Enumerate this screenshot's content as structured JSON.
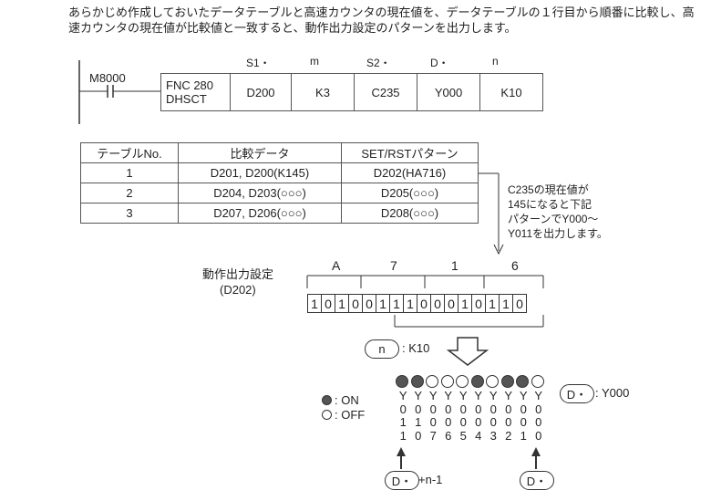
{
  "intro": "あらかじめ作成しておいたデータテーブルと高速カウンタの現在値を、データテーブルの１行目から順番に比較し、高速カウンタの現在値が比較値と一致すると、動作出力設定のパターンを出力します。",
  "ladder": {
    "contact": "M8000",
    "fnc_line1": "FNC 280",
    "fnc_line2": "DHSCT",
    "op_labels": [
      "S1・",
      "m",
      "S2・",
      "D・",
      "n"
    ],
    "operands": [
      "D200",
      "K3",
      "C235",
      "Y000",
      "K10"
    ]
  },
  "table": {
    "headers": [
      "テーブルNo.",
      "比較データ",
      "SET/RSTパターン"
    ],
    "rows": [
      [
        "1",
        "D201, D200(K145)",
        "D202(HA716)"
      ],
      [
        "2",
        "D204, D203(○○○)",
        "D205(○○○)"
      ],
      [
        "3",
        "D207, D206(○○○)",
        "D208(○○○)"
      ]
    ]
  },
  "note": "C235の現在値が\n145になると下記\nパターンでY000〜\nY011を出力します。",
  "pattern": {
    "label1": "動作出力設定",
    "label2": "(D202)",
    "hex_digits": [
      "A",
      "7",
      "1",
      "6"
    ],
    "bits": [
      "1",
      "0",
      "1",
      "0",
      "0",
      "1",
      "1",
      "1",
      "0",
      "0",
      "0",
      "1",
      "0",
      "1",
      "1",
      "0"
    ]
  },
  "n_badge": "n",
  "n_value": ": K10",
  "outputs": {
    "states": [
      1,
      1,
      0,
      0,
      0,
      1,
      0,
      1,
      1,
      0
    ],
    "col_line1": [
      "Y",
      "Y",
      "Y",
      "Y",
      "Y",
      "Y",
      "Y",
      "Y",
      "Y",
      "Y"
    ],
    "col_line2": [
      "0",
      "0",
      "0",
      "0",
      "0",
      "0",
      "0",
      "0",
      "0",
      "0"
    ],
    "col_line3": [
      "1",
      "1",
      "0",
      "0",
      "0",
      "0",
      "0",
      "0",
      "0",
      "0"
    ],
    "col_line4": [
      "1",
      "0",
      "7",
      "6",
      "5",
      "4",
      "3",
      "2",
      "1",
      "0"
    ]
  },
  "legend": {
    "on": ": ON",
    "off": ": OFF"
  },
  "d_badge": "D・",
  "d_value": ": Y000",
  "d_plus": "+n-1"
}
